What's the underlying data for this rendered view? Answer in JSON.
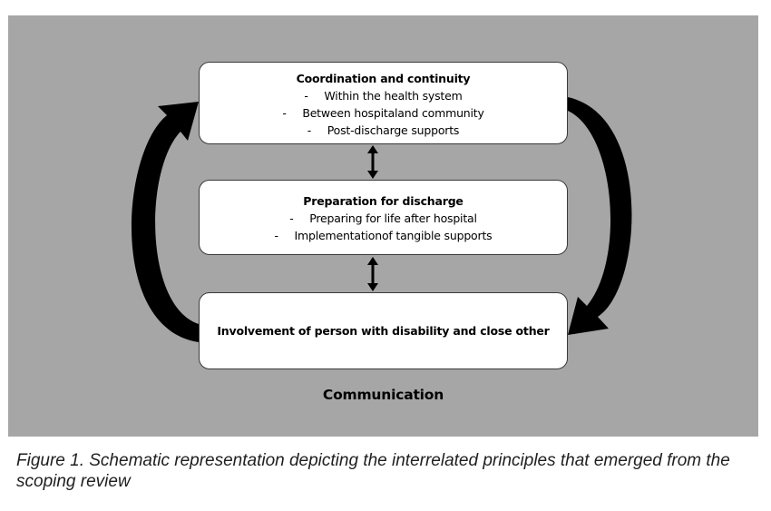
{
  "diagram": {
    "boxes": {
      "top": {
        "title": "Coordination and continuity",
        "items": [
          "Within the health system",
          "Between hospitaland community",
          "Post-discharge supports"
        ]
      },
      "middle": {
        "title": "Preparation for discharge",
        "items": [
          "Preparing for life after hospital",
          "Implementationof tangible supports"
        ]
      },
      "bottom": {
        "title": "Involvement of person with disability and close other"
      }
    },
    "bullet": "-",
    "footer_label": "Communication",
    "colors": {
      "panel_background": "#a6a6a6",
      "box_fill": "#ffffff",
      "arrow_fill": "#000000"
    }
  },
  "caption": "Figure 1. Schematic representation depicting the interrelated principles that emerged from the scoping review"
}
